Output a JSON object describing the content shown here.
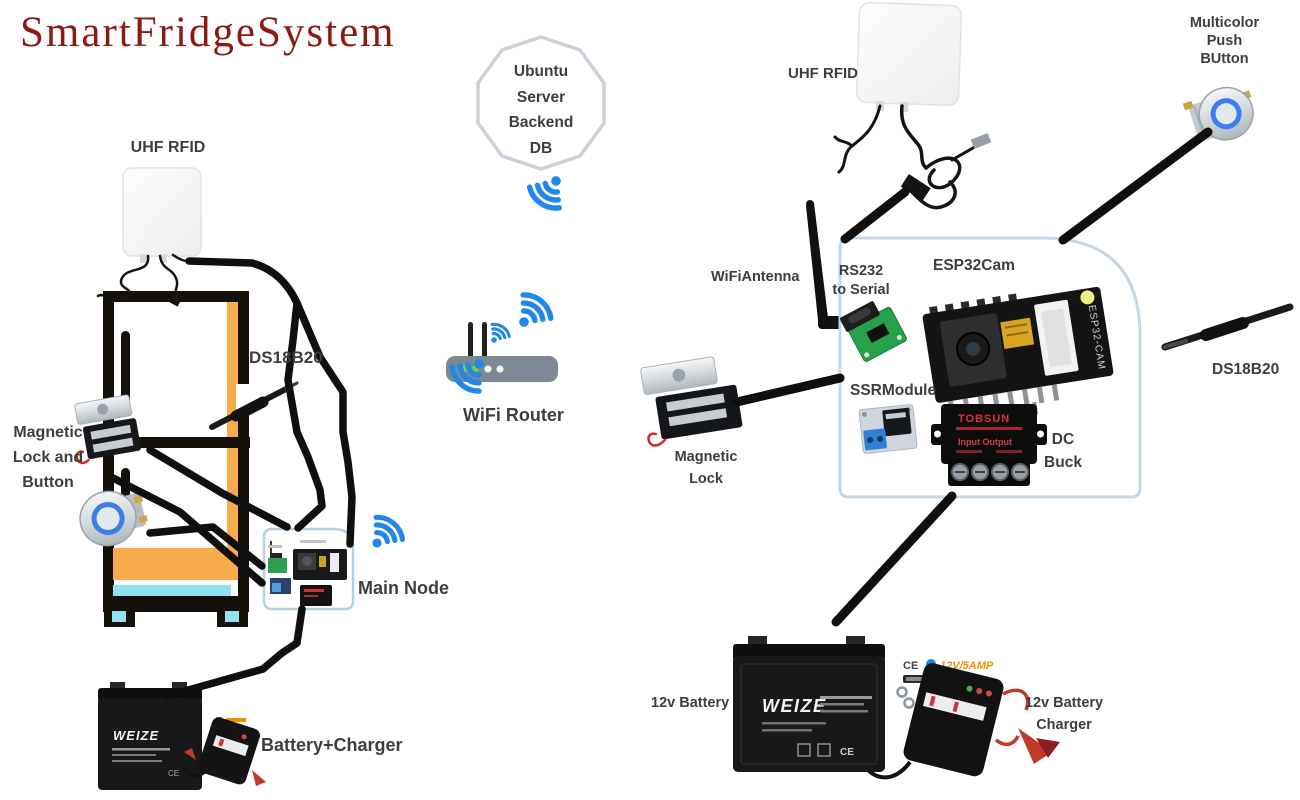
{
  "title": "SmartFridgeSystem",
  "labels": {
    "uhf_rfid_left": "UHF RFID",
    "ds18b20_left": "DS18B20",
    "magnetic_lock_button": [
      "Magnetic",
      "Lock and",
      "Button"
    ],
    "main_node": "Main Node",
    "battery_charger": "Battery+Charger",
    "server": [
      "Ubuntu",
      "Server",
      "Backend",
      "DB"
    ],
    "wifi_router": "WiFi Router",
    "uhf_rfid_right": "UHF RFID",
    "multicolor_button": [
      "Multicolor",
      "Push",
      "BUtton"
    ],
    "wifi_antenna": "WiFiAntenna",
    "rs232": [
      "RS232",
      "to Serial"
    ],
    "esp32cam": "ESP32Cam",
    "ssr_module": "SSRModule",
    "dc_buck": [
      "DC",
      "Buck"
    ],
    "magnetic_lock_right": [
      "Magnetic",
      "Lock"
    ],
    "ds18b20_right": "DS18B20",
    "battery_12v": "12v Battery",
    "battery_charger_12v": [
      "12v Battery",
      "Charger"
    ]
  },
  "device_text": {
    "battery_brand": "WEIZE",
    "esp32_board": "ESP32-CAM",
    "dc_buck_brand": "TOBSUN",
    "dc_buck_ports": "Input   Output",
    "charger_badge": "12V/5AMP",
    "ce_mark": "CE"
  },
  "colors": {
    "title": "#8b1b12",
    "wifi_blue": "#2287ea",
    "line_black": "#0f0f0f",
    "fridge_orange": "#f8ab4a",
    "fridge_cyan": "#8fe2ee",
    "box_border": "#c6d6e4"
  }
}
